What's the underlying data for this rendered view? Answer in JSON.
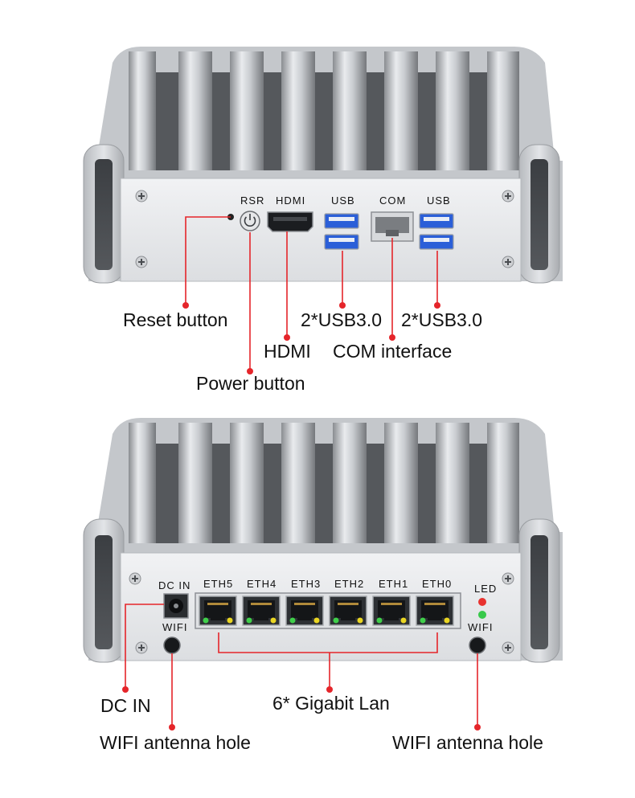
{
  "panel_top": {
    "port_labels": {
      "rsr": "RSR",
      "hdmi": "HDMI",
      "usb_left": "USB",
      "com": "COM",
      "usb_right": "USB"
    },
    "callouts": {
      "reset": "Reset button",
      "usb_left": "2*USB3.0",
      "usb_right": "2*USB3.0",
      "hdmi": "HDMI",
      "com": "COM interface",
      "power": "Power button"
    }
  },
  "panel_bottom": {
    "port_labels": {
      "dc_in": "DC IN",
      "eth": [
        "ETH5",
        "ETH4",
        "ETH3",
        "ETH2",
        "ETH1",
        "ETH0"
      ],
      "led": "LED",
      "wifi_left": "WIFI",
      "wifi_right": "WIFI"
    },
    "callouts": {
      "dc_in": "DC IN",
      "lan": "6* Gigabit Lan",
      "wifi_left": "WIFI antenna hole",
      "wifi_right": "WIFI antenna hole"
    }
  },
  "colors": {
    "callout_line": "#e5252a",
    "usb3_blue": "#2b5fd8",
    "led_red": "#e8322f",
    "led_green": "#38c94a",
    "port_green": "#3fcf4a",
    "port_yellow": "#e9d522"
  }
}
